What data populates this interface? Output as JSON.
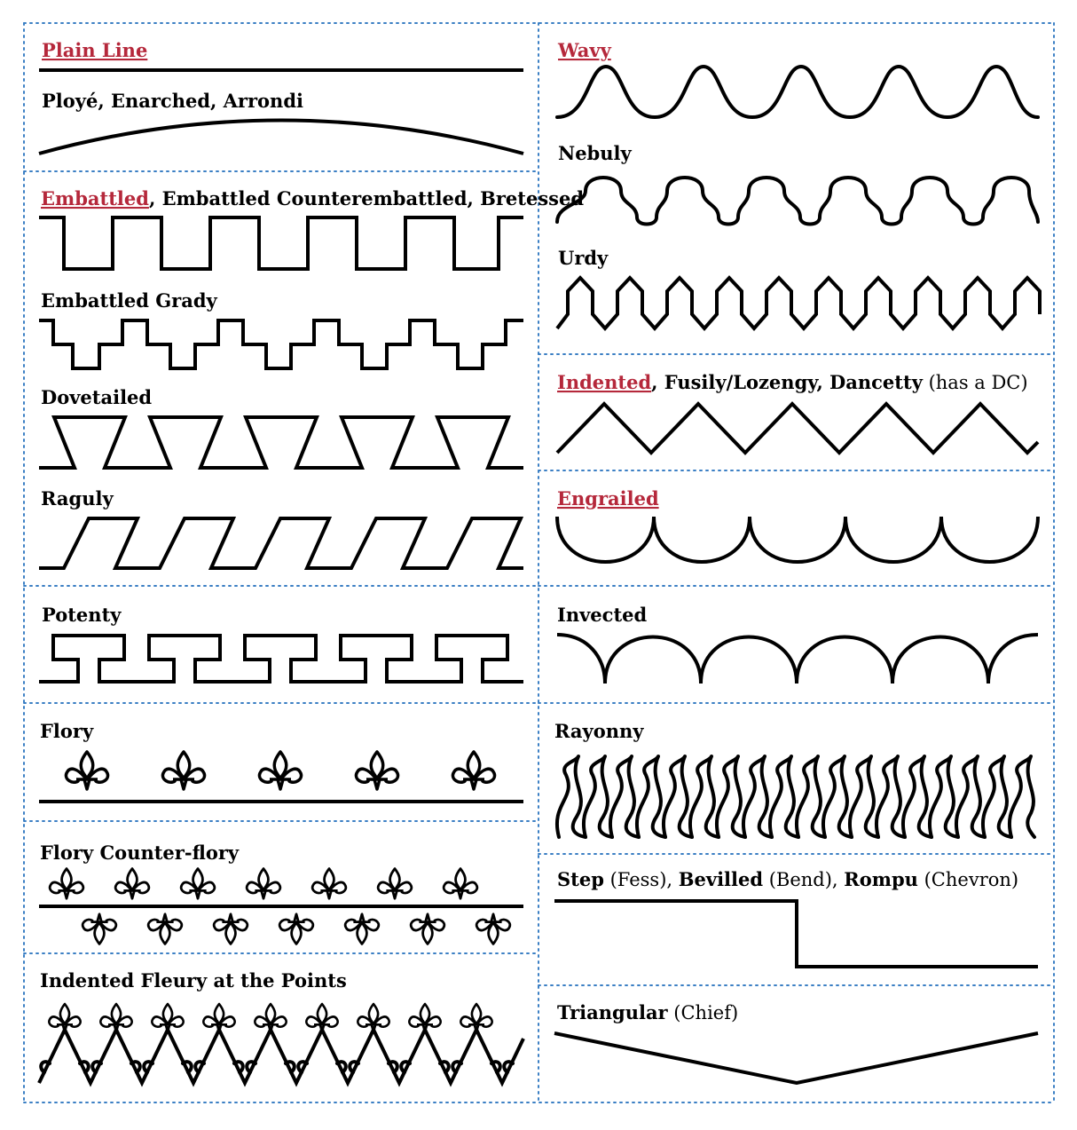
{
  "plain": {
    "red": "Plain Line"
  },
  "ploye": {
    "label": "Ployé, Enarched, Arrondi"
  },
  "embattled": {
    "red": "Embattled",
    "rest": ", Embattled Counterembattled, Bretessed"
  },
  "embattled_grady": {
    "label": "Embattled Grady"
  },
  "dovetailed": {
    "label": "Dovetailed"
  },
  "raguly": {
    "label": "Raguly"
  },
  "potenty": {
    "label": "Potenty"
  },
  "flory": {
    "label": "Flory"
  },
  "flory_counter": {
    "label": "Flory Counter-flory"
  },
  "indented_fleury": {
    "label": "Indented Fleury at the Points"
  },
  "wavy": {
    "red": "Wavy"
  },
  "nebuly": {
    "label": "Nebuly"
  },
  "urdy": {
    "label": "Urdy"
  },
  "indented": {
    "red": "Indented",
    "bold": ", Fusily/Lozengy, Dancetty",
    "note": " (has a DC)"
  },
  "engrailed": {
    "red": "Engrailed"
  },
  "invected": {
    "label": "Invected"
  },
  "rayonny": {
    "label": "Rayonny"
  },
  "step": {
    "b1": "Step",
    "n1": " (Fess), ",
    "b2": "Bevilled",
    "n2": " (Bend), ",
    "b3": "Rompu",
    "n3": " (Chevron)"
  },
  "triangular": {
    "b1": "Triangular",
    "n1": " (Chief)"
  },
  "colors": {
    "accent": "#b5283b",
    "border": "#3b7fc4",
    "line": "#000000"
  }
}
